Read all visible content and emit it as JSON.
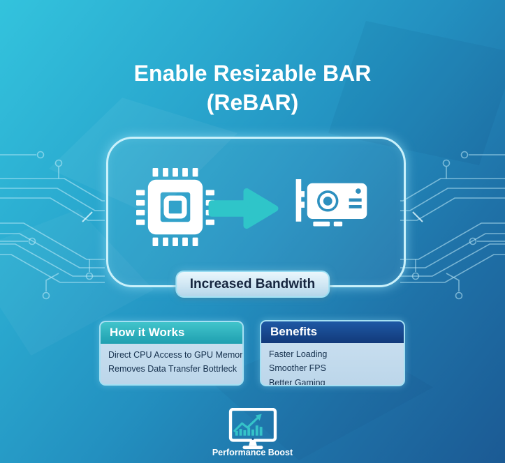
{
  "title": {
    "line1": "Enable Resizable BAR",
    "line2": "(ReBAR)"
  },
  "diagram": {
    "cpu_icon": "cpu-chip-icon",
    "arrow_icon": "transfer-arrow-icon",
    "gpu_icon": "gpu-card-icon",
    "bandwidth_label": "Increased Bandwith"
  },
  "cards": [
    {
      "title": "How it Works",
      "items": [
        "Direct CPU Access to GPU Memory",
        "Removes Data Transfer Bottrleck"
      ]
    },
    {
      "title": "Benefits",
      "items": [
        "Faster Loading",
        "Smoother FPS",
        "Better Gaming"
      ]
    }
  ],
  "footer": {
    "icon": "performance-monitor-icon",
    "label": "Performance Boost"
  },
  "colors": {
    "bg_gradient_start": "#33c3dd",
    "bg_gradient_end": "#1b5a94",
    "accent_teal": "#2fc5c9",
    "panel_border_glow": "#c9f1fb",
    "header_teal": "#2bb0bc",
    "header_blue": "#17478f",
    "card_body_bg": "#c9dff0",
    "pill_bg": "#cfe6f3",
    "dark_text": "#15304d",
    "circuit_trace": "#aee4f6"
  }
}
